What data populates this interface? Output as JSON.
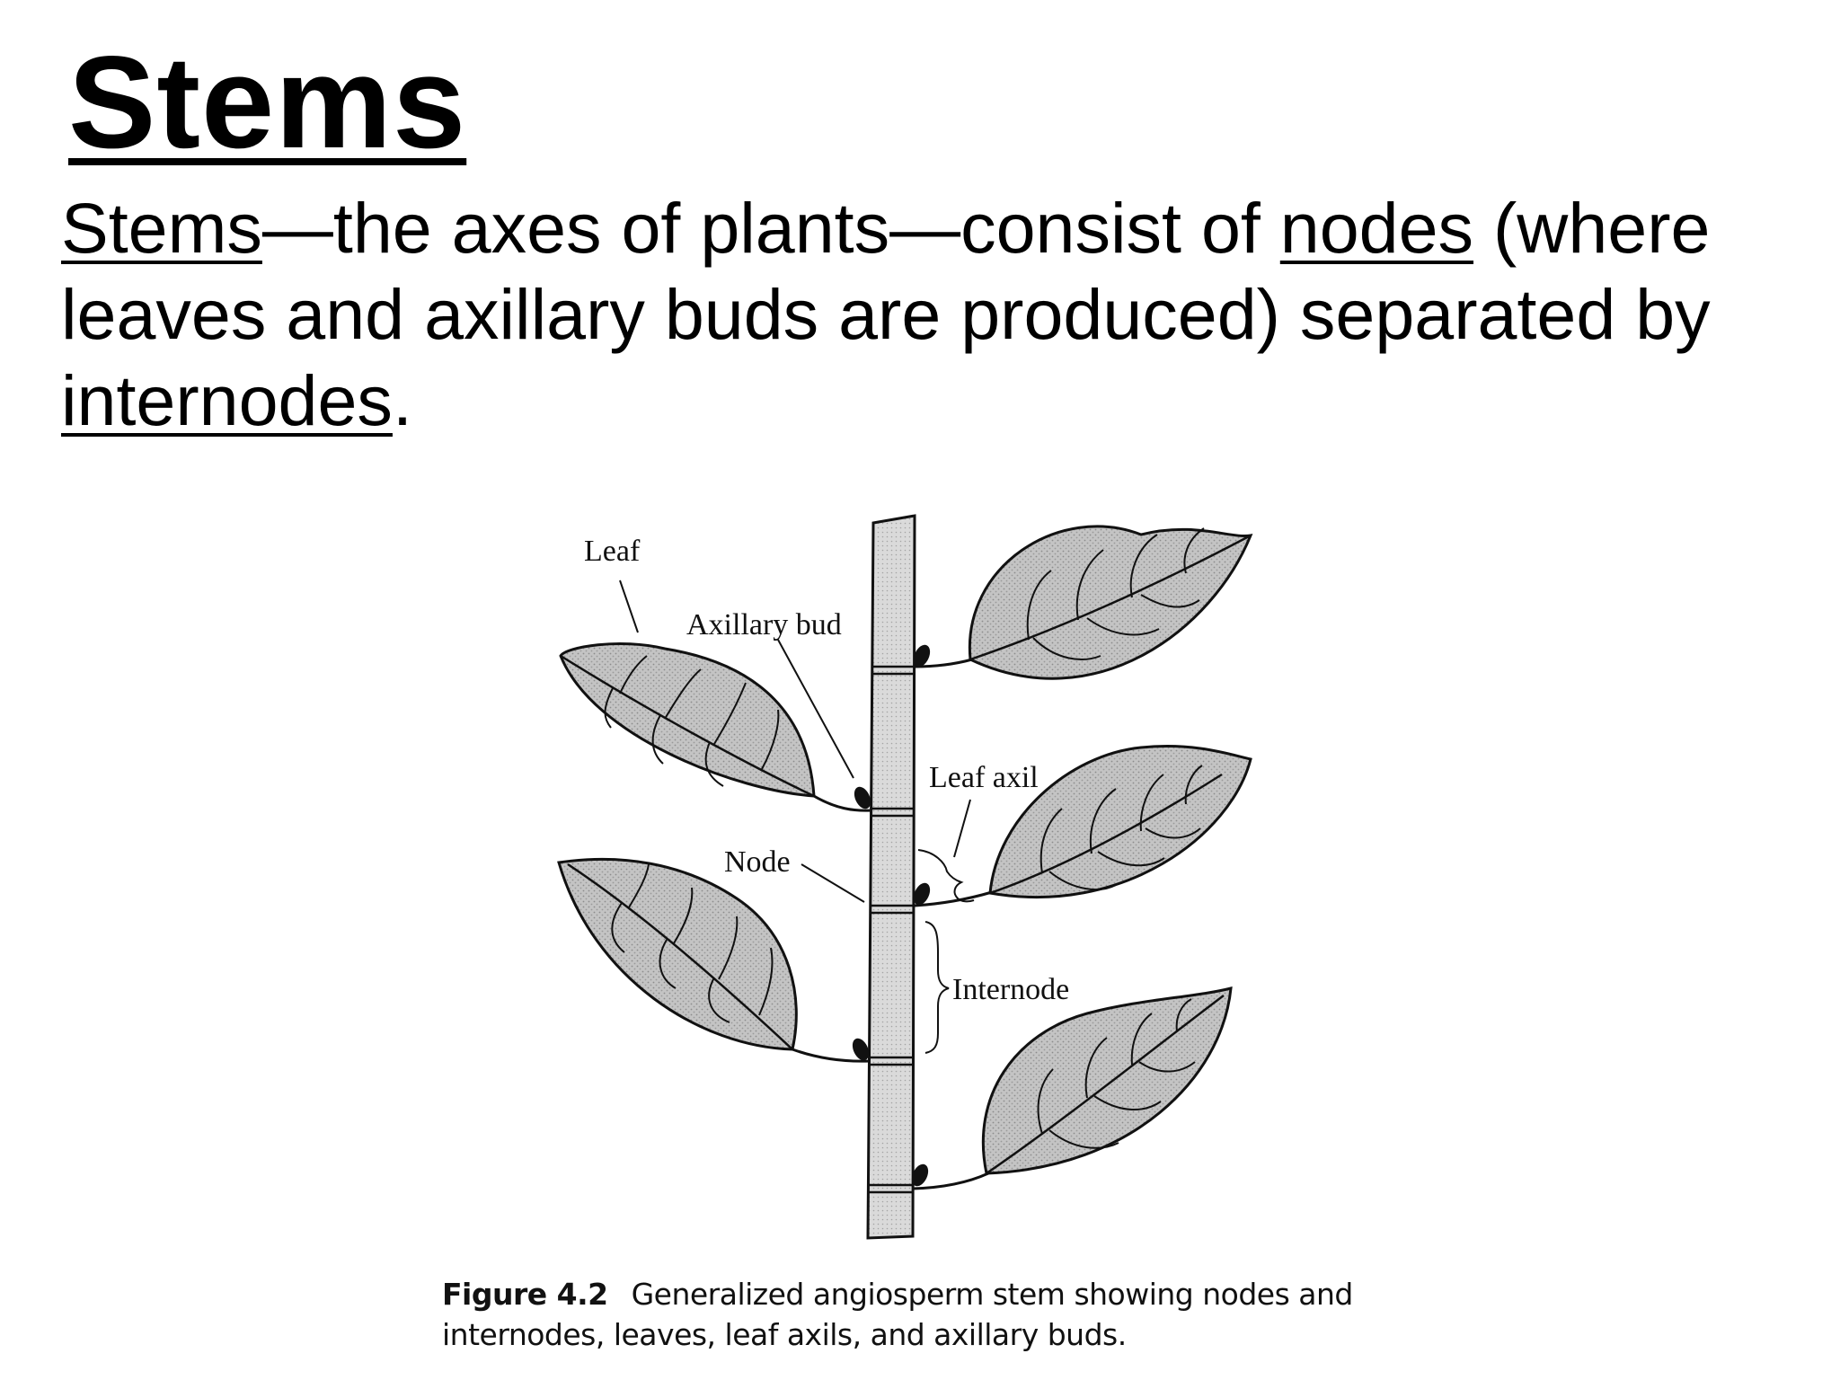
{
  "slide": {
    "title": "Stems",
    "body": {
      "term_stems": "Stems",
      "text_1": "—the axes of plants—consist of ",
      "term_nodes": "nodes",
      "text_2": " (where leaves and axillary buds are produced) separated by ",
      "term_internodes": "internodes",
      "text_3": "."
    }
  },
  "figure": {
    "labels": {
      "leaf": "Leaf",
      "axillary_bud": "Axillary bud",
      "leaf_axil": "Leaf axil",
      "node": "Node",
      "internode": "Internode"
    },
    "caption": {
      "number": "Figure 4.2",
      "text": "Generalized angiosperm stem showing nodes and internodes, leaves, leaf axils, and axillary buds."
    },
    "colors": {
      "leaf_fill": "#b9b9b9",
      "stem_fill": "#d2d2d2",
      "bud_fill": "#111111",
      "outline": "#111111"
    }
  }
}
